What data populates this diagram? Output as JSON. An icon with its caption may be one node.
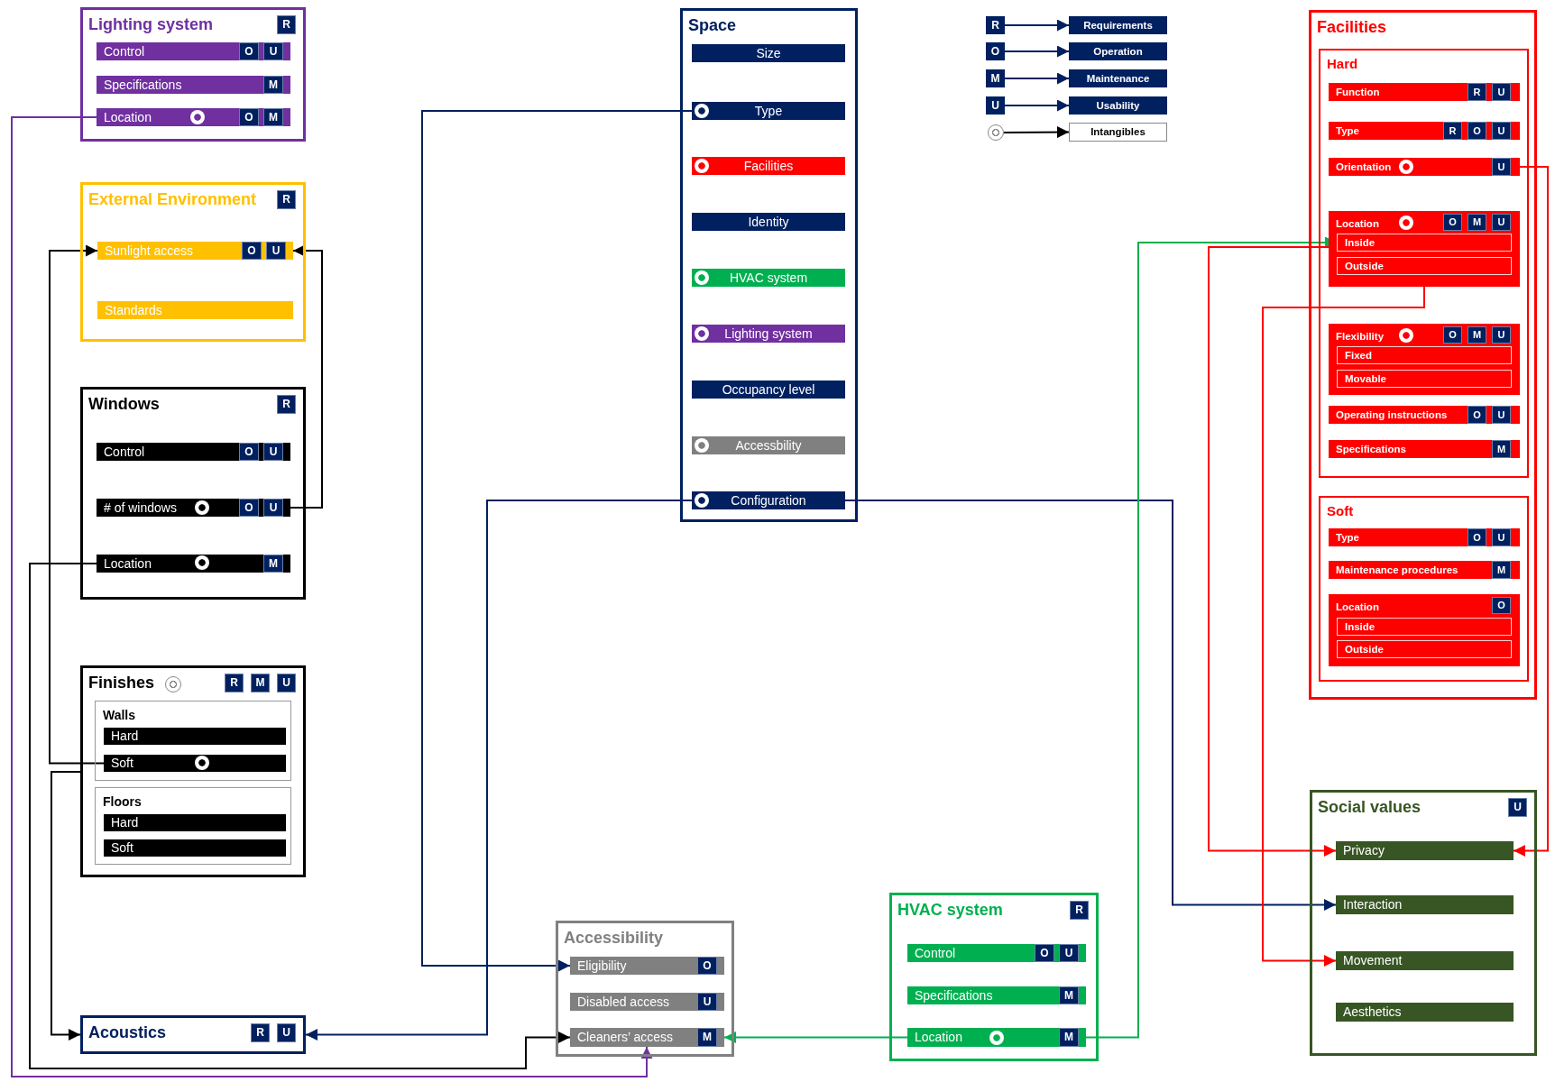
{
  "diagram": {
    "nodes": [
      {
        "text": [
          "Lighting system",
          "R"
        ]
      },
      {
        "text": [
          "Control",
          "O",
          "U"
        ],
        "in": 0
      },
      {
        "text": [
          "Specifications",
          "M"
        ],
        "in": 0
      },
      {
        "text": [
          "Location",
          "O",
          "M"
        ],
        "in": 0
      },
      {
        "text": [],
        "shape": "circle",
        "in": 3
      },
      {
        "text": [
          "Space"
        ]
      },
      {
        "text": [
          "Size"
        ],
        "in": 5
      },
      {
        "text": [
          "Type"
        ],
        "in": 5
      },
      {
        "text": [],
        "shape": "circle",
        "in": 7
      },
      {
        "text": [
          "Facilities"
        ],
        "in": 5
      },
      {
        "text": [],
        "shape": "circle",
        "in": 9
      },
      {
        "text": [
          "Identity"
        ],
        "in": 5
      },
      {
        "text": [
          "HVAC system"
        ],
        "in": 5
      },
      {
        "text": [],
        "shape": "circle",
        "in": 12
      },
      {
        "text": [
          "Lighting system"
        ],
        "in": 5
      },
      {
        "text": [],
        "shape": "circle",
        "in": 14
      },
      {
        "text": [
          "Occupancy level"
        ],
        "in": 5
      },
      {
        "text": [
          "Accessbility"
        ],
        "in": 5
      },
      {
        "text": [],
        "shape": "circle",
        "in": 17
      },
      {
        "text": [
          "Configuration"
        ],
        "in": 5
      },
      {
        "text": [],
        "shape": "circle",
        "in": 19
      },
      {
        "text": [
          "R"
        ]
      },
      {
        "text": [
          "Requirements"
        ]
      },
      {
        "text": [
          "O"
        ]
      },
      {
        "text": [
          "Operation"
        ]
      },
      {
        "text": [
          "M"
        ]
      },
      {
        "text": [
          "Maintenance"
        ]
      },
      {
        "text": [
          "U"
        ]
      },
      {
        "text": [
          "Usability"
        ]
      },
      {
        "text": [],
        "shape": "circle"
      },
      {
        "text": [
          "Intangibles"
        ]
      },
      {
        "text": [
          "Facilities"
        ]
      },
      {
        "text": [
          "Hard"
        ],
        "in": 31
      },
      {
        "text": [
          "Function",
          "R",
          "U"
        ],
        "in": 32
      },
      {
        "text": [
          "Type",
          "R",
          "O",
          "U"
        ],
        "in": 32
      },
      {
        "text": [
          "Orientation",
          "U"
        ],
        "in": 32
      },
      {
        "text": [],
        "shape": "circle",
        "in": 35
      },
      {
        "text": [
          "Location",
          "O",
          "M",
          "U"
        ],
        "in": 32
      },
      {
        "text": [],
        "shape": "circle",
        "in": 37
      },
      {
        "text": [
          "Inside"
        ],
        "in": 37
      },
      {
        "text": [
          "Outside"
        ],
        "in": 37
      },
      {
        "text": [
          "Flexibility",
          "O",
          "M",
          "U"
        ],
        "in": 32
      },
      {
        "text": [],
        "shape": "circle",
        "in": 41
      },
      {
        "text": [
          "Fixed"
        ],
        "in": 41
      },
      {
        "text": [
          "Movable"
        ],
        "in": 41
      },
      {
        "text": [
          "Operating instructions",
          "O",
          "U"
        ],
        "in": 32
      },
      {
        "text": [
          "Specifications",
          "M"
        ],
        "in": 32
      },
      {
        "text": [
          "Soft"
        ],
        "in": 31
      },
      {
        "text": [
          "Type",
          "O",
          "U"
        ],
        "in": 47
      },
      {
        "text": [
          "Maintenance procedures",
          "M"
        ],
        "in": 47
      },
      {
        "text": [
          "Location",
          "O"
        ],
        "in": 47
      },
      {
        "text": [
          "Inside"
        ],
        "in": 50
      },
      {
        "text": [
          "Outside"
        ],
        "in": 50
      },
      {
        "text": [
          "External Environment",
          "R"
        ]
      },
      {
        "text": [
          "Sunlight access",
          "O",
          "U"
        ],
        "in": 53
      },
      {
        "text": [
          "Standards"
        ],
        "in": 53
      },
      {
        "text": [
          "Windows",
          "R"
        ]
      },
      {
        "text": [
          "Control",
          "O",
          "U"
        ],
        "in": 56
      },
      {
        "text": [
          "# of windows",
          "O",
          "U"
        ],
        "in": 56
      },
      {
        "text": [],
        "shape": "circle",
        "in": 58
      },
      {
        "text": [
          "Location",
          "M"
        ],
        "in": 56
      },
      {
        "text": [],
        "shape": "circle",
        "in": 60
      },
      {
        "text": [
          "Finishes",
          "R",
          "M",
          "U"
        ]
      },
      {
        "text": [],
        "shape": "circle",
        "in": 62
      },
      {
        "text": [
          "Walls"
        ],
        "in": 62
      },
      {
        "text": [
          "Hard"
        ],
        "in": 64
      },
      {
        "text": [
          "Soft"
        ],
        "in": 64
      },
      {
        "text": [],
        "shape": "circle",
        "in": 66
      },
      {
        "text": [
          "Floors"
        ],
        "in": 62
      },
      {
        "text": [
          "Hard"
        ],
        "in": 68
      },
      {
        "text": [
          "Soft"
        ],
        "in": 68
      },
      {
        "text": [
          "Social values",
          "U"
        ]
      },
      {
        "text": [
          "Privacy"
        ],
        "in": 71
      },
      {
        "text": [
          "Interaction"
        ],
        "in": 71
      },
      {
        "text": [
          "Movement"
        ],
        "in": 71
      },
      {
        "text": [
          "Aesthetics"
        ],
        "in": 71
      },
      {
        "text": [
          "Accessibility"
        ]
      },
      {
        "text": [
          "Eligibility",
          "O"
        ],
        "in": 76
      },
      {
        "text": [
          "Disabled access",
          "U"
        ],
        "in": 76
      },
      {
        "text": [
          "Cleaners’ access",
          "M"
        ],
        "in": 76
      },
      {
        "text": [
          "HVAC system",
          "R"
        ]
      },
      {
        "text": [
          "Control",
          "O",
          "U"
        ],
        "in": 80
      },
      {
        "text": [
          "Specifications",
          "M"
        ],
        "in": 80
      },
      {
        "text": [
          "Location",
          "M"
        ],
        "in": 80
      },
      {
        "text": [],
        "shape": "circle",
        "in": 83
      },
      {
        "text": [
          "Acoustics",
          "R",
          "U"
        ]
      }
    ],
    "edges": [
      {
        "from": 3,
        "to": 79,
        "arrow": "to",
        "color": "#7030a0"
      },
      {
        "from": 58,
        "to": 54,
        "arrow": "to",
        "color": "#000000"
      },
      {
        "from": 66,
        "to": 54,
        "arrow": "to",
        "color": "#000000"
      },
      {
        "from": 60,
        "to": 79,
        "arrow": "to",
        "color": "#000000"
      },
      {
        "from": 62,
        "to": 85,
        "arrow": "to",
        "color": "#000000"
      },
      {
        "from": 19,
        "to": 85,
        "arrow": "to"
      },
      {
        "from": 7,
        "to": 77,
        "arrow": "to"
      },
      {
        "from": 19,
        "to": 73,
        "arrow": "to"
      },
      {
        "from": 83,
        "to": 39,
        "arrow": "to",
        "color": "#00b050"
      },
      {
        "from": 83,
        "to": 79,
        "arrow": "to",
        "color": "#00b050"
      },
      {
        "from": 37,
        "to": 72,
        "arrow": "to",
        "color": "#ff0000"
      },
      {
        "from": 37,
        "to": 74,
        "arrow": "to",
        "color": "#ff0000"
      },
      {
        "from": 35,
        "to": 72,
        "arrow": "to",
        "color": "#ff0000"
      },
      {
        "from": 21,
        "to": 22,
        "arrow": "to"
      },
      {
        "from": 23,
        "to": 24,
        "arrow": "to"
      },
      {
        "from": 25,
        "to": 26,
        "arrow": "to"
      },
      {
        "from": 27,
        "to": 28,
        "arrow": "to"
      },
      {
        "from": 29,
        "to": 30,
        "arrow": "to",
        "color": "#000000"
      }
    ]
  }
}
